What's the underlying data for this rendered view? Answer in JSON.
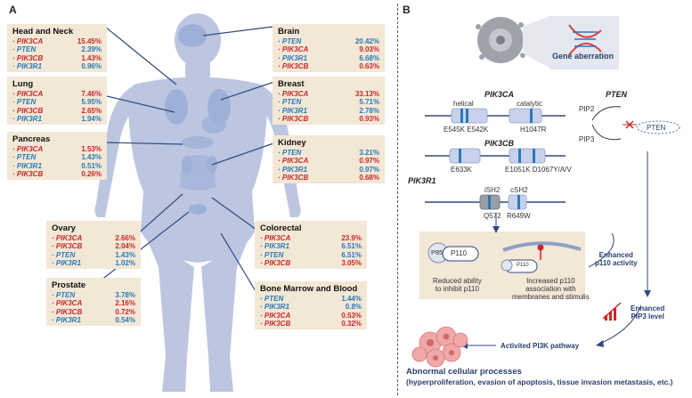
{
  "panelA": {
    "label": "A",
    "organs": [
      {
        "name": "Head and Neck",
        "genes": [
          {
            "gene": "PIK3CA",
            "value": "15.45%",
            "color": "red"
          },
          {
            "gene": "PTEN",
            "value": "2.39%",
            "color": "blue"
          },
          {
            "gene": "PIK3CB",
            "value": "1.43%",
            "color": "red"
          },
          {
            "gene": "PIK3R1",
            "value": "0.96%",
            "color": "blue"
          }
        ]
      },
      {
        "name": "Lung",
        "genes": [
          {
            "gene": "PIK3CA",
            "value": "7.46%",
            "color": "red"
          },
          {
            "gene": "PTEN",
            "value": "5.95%",
            "color": "blue"
          },
          {
            "gene": "PIK3CB",
            "value": "2.65%",
            "color": "red"
          },
          {
            "gene": "PIK3R1",
            "value": "1.94%",
            "color": "blue"
          }
        ]
      },
      {
        "name": "Pancreas",
        "genes": [
          {
            "gene": "PIK3CA",
            "value": "1.53%",
            "color": "red"
          },
          {
            "gene": "PTEN",
            "value": "1.43%",
            "color": "blue"
          },
          {
            "gene": "PIK3R1",
            "value": "0.51%",
            "color": "blue"
          },
          {
            "gene": "PIK3CB",
            "value": "0.26%",
            "color": "red"
          }
        ]
      },
      {
        "name": "Ovary",
        "genes": [
          {
            "gene": "PIK3CA",
            "value": "2.66%",
            "color": "red"
          },
          {
            "gene": "PIK3CB",
            "value": "2.04%",
            "color": "red"
          },
          {
            "gene": "PTEN",
            "value": "1.43%",
            "color": "blue"
          },
          {
            "gene": "PIK3R1",
            "value": "1.02%",
            "color": "blue"
          }
        ]
      },
      {
        "name": "Prostate",
        "genes": [
          {
            "gene": "PTEN",
            "value": "3.78%",
            "color": "blue"
          },
          {
            "gene": "PIK3CA",
            "value": "2.16%",
            "color": "red"
          },
          {
            "gene": "PIK3CB",
            "value": "0.72%",
            "color": "red"
          },
          {
            "gene": "PIK3R1",
            "value": "0.54%",
            "color": "blue"
          }
        ]
      },
      {
        "name": "Brain",
        "genes": [
          {
            "gene": "PTEN",
            "value": "20.42%",
            "color": "blue"
          },
          {
            "gene": "PIK3CA",
            "value": "9.03%",
            "color": "red"
          },
          {
            "gene": "PIK3R1",
            "value": "6.68%",
            "color": "blue"
          },
          {
            "gene": "PIK3CB",
            "value": "0.63%",
            "color": "red"
          }
        ]
      },
      {
        "name": "Breast",
        "genes": [
          {
            "gene": "PIK3CA",
            "value": "33.13%",
            "color": "red"
          },
          {
            "gene": "PTEN",
            "value": "5.71%",
            "color": "blue"
          },
          {
            "gene": "PIK3R1",
            "value": "2.78%",
            "color": "blue"
          },
          {
            "gene": "PIK3CB",
            "value": "0.93%",
            "color": "red"
          }
        ]
      },
      {
        "name": "Kidney",
        "genes": [
          {
            "gene": "PTEN",
            "value": "3.21%",
            "color": "blue"
          },
          {
            "gene": "PIK3CA",
            "value": "0.97%",
            "color": "red"
          },
          {
            "gene": "PIK3R1",
            "value": "0.97%",
            "color": "blue"
          },
          {
            "gene": "PIK3CB",
            "value": "0.68%",
            "color": "red"
          }
        ]
      },
      {
        "name": "Colorectal",
        "genes": [
          {
            "gene": "PIK3CA",
            "value": "23.9%",
            "color": "red"
          },
          {
            "gene": "PIK3R1",
            "value": "6.51%",
            "color": "blue"
          },
          {
            "gene": "PTEN",
            "value": "6.51%",
            "color": "blue"
          },
          {
            "gene": "PIK3CB",
            "value": "3.05%",
            "color": "red"
          }
        ]
      },
      {
        "name": "Bone Marrow and Blood",
        "genes": [
          {
            "gene": "PTEN",
            "value": "1.44%",
            "color": "blue"
          },
          {
            "gene": "PIK3R1",
            "value": "0.8%",
            "color": "blue"
          },
          {
            "gene": "PIK3CA",
            "value": "0.53%",
            "color": "red"
          },
          {
            "gene": "PIK3CB",
            "value": "0.32%",
            "color": "red"
          }
        ]
      }
    ]
  },
  "panelB": {
    "label": "B",
    "gene_aberration": "Gene aberration",
    "pik3ca": {
      "title": "PIK3CA",
      "helical": "helical",
      "catalytic": "catalytic",
      "mut1": "E545K E542K",
      "mut2": "H1047R"
    },
    "pten": {
      "title": "PTEN",
      "pip2": "PIP2",
      "pip3": "PIP3",
      "pten": "PTEN"
    },
    "pik3cb": {
      "title": "PIK3CB",
      "mut1": "E633K",
      "mut2": "E1051K D1067Y/A/V"
    },
    "pik3r1": {
      "title": "PIK3R1",
      "ish2": "iSH2",
      "csh2": "cSH2",
      "mut1": "Q572",
      "mut2": "R649W"
    },
    "complex": {
      "p85": "P85",
      "p110": "P110",
      "p110_small": "P110",
      "reduced1": "Reduced ability",
      "reduced2": "to inhibit p110",
      "increased1": "Increased p110",
      "increased2": "association with",
      "increased3": "membranes and stimulis"
    },
    "enhanced_activity1": "Enhanced",
    "enhanced_activity2": "p110 activity",
    "enhanced_pip3_1": "Enhanced",
    "enhanced_pip3_2": "PIP3 level",
    "activated": "Activited PI3K pathway",
    "abnormal_title": "Abnormal cellular processes",
    "abnormal_detail": "(hyperproliferation, evasion of apoptosis, tissue invasion metastasis, etc.)"
  },
  "colors": {
    "box": "#f3e7d6",
    "red": "#c8282a",
    "blue": "#2a7ab8",
    "body": "#a9b6d6",
    "organ": "#9fb0d8",
    "line": "#2f4a80"
  }
}
